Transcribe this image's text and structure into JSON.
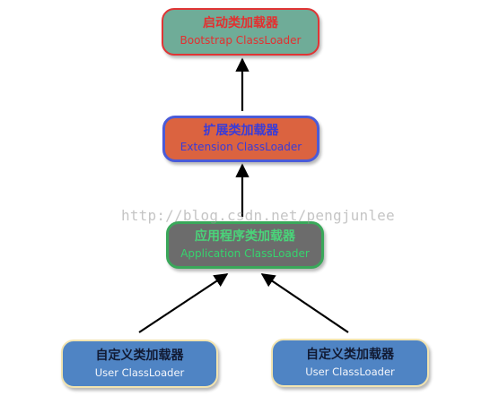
{
  "nodes": {
    "bootstrap": {
      "title": "启动类加载器",
      "subtitle": "Bootstrap ClassLoader"
    },
    "extension": {
      "title": "扩展类加载器",
      "subtitle": "Extension ClassLoader"
    },
    "application": {
      "title": "应用程序类加载器",
      "subtitle": "Application ClassLoader"
    },
    "user1": {
      "title": "自定义类加载器",
      "subtitle": "User ClassLoader"
    },
    "user2": {
      "title": "自定义类加载器",
      "subtitle": "User ClassLoader"
    }
  },
  "watermark": "http://blog.csdn.net/pengjunlee",
  "colors": {
    "bootstrap_fill": "#6fac98",
    "bootstrap_border": "#e03535",
    "extension_fill": "#db6340",
    "extension_border": "#4a5bd8",
    "application_fill": "#6c6c6c",
    "application_border": "#3aa85a",
    "user_fill": "#4f84c4",
    "user_border": "#f2e4b0",
    "arrow": "#000000"
  }
}
